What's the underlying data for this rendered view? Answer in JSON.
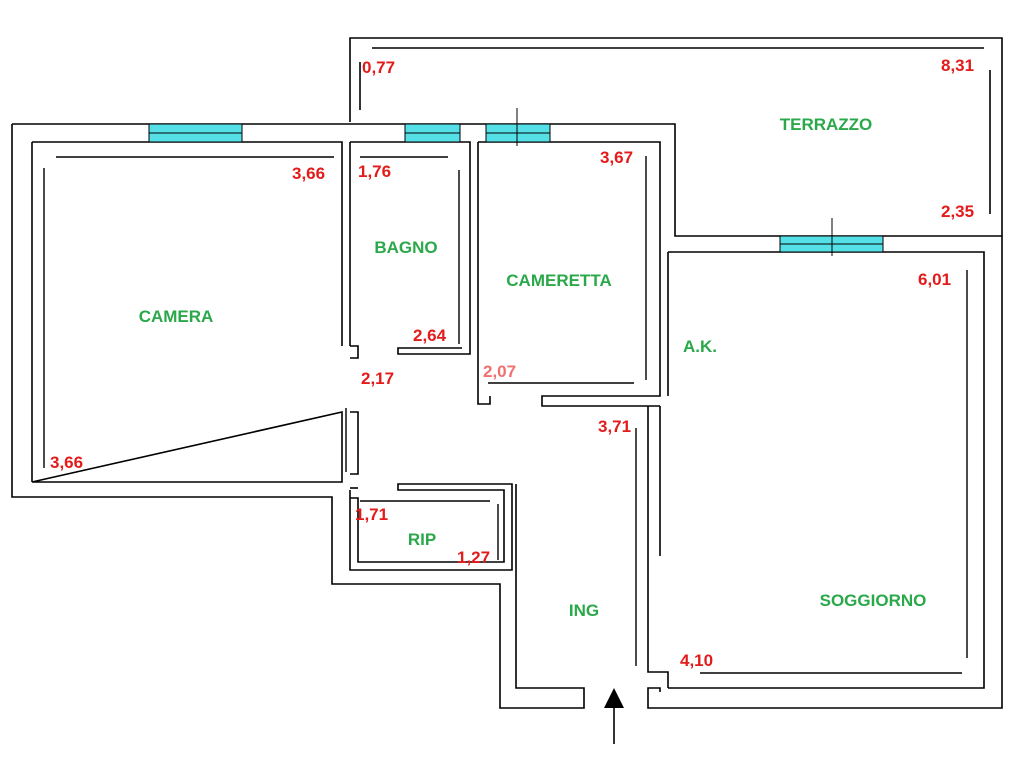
{
  "colors": {
    "room_label": "#2aa84a",
    "measurement": "#e31b1b",
    "measurement_faded": "#f07070",
    "window_fill": "#55e0e8",
    "wall": "#000000"
  },
  "rooms": {
    "terrazzo": "TERRAZZO",
    "bagno": "BAGNO",
    "cameretta": "CAMERETTA",
    "camera": "CAMERA",
    "ak": "A.K.",
    "rip": "RIP",
    "ing": "ING",
    "soggiorno": "SOGGIORNO"
  },
  "measurements": {
    "terrazzo_left": "0,77",
    "terrazzo_width": "8,31",
    "terrazzo_depth": "2,35",
    "camera_width": "3,66",
    "camera_depth": "3,66",
    "bagno_width": "1,76",
    "bagno_depth": "2,64",
    "cameretta_width": "3,67",
    "cameretta_depth": "2,07",
    "corridor_width": "2,17",
    "ak_depth": "3,71",
    "soggiorno_depth": "6,01",
    "soggiorno_width": "4,10",
    "rip_width": "1,71",
    "rip_depth": "1,27"
  },
  "icons": {
    "entrance": "entrance-arrow-icon",
    "window": "window-icon"
  }
}
